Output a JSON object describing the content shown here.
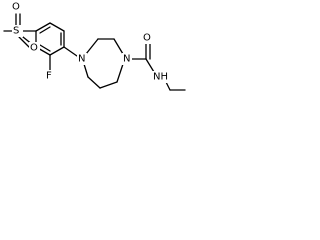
{
  "molecule": {
    "atoms": {
      "sulfur": "S",
      "sulfonyl_oxygen_upper": "O",
      "sulfonyl_oxygen_lower": "O",
      "fluorine": "F",
      "ring_nitrogen_left": "N",
      "ring_nitrogen_right": "N",
      "carbonyl_oxygen": "O",
      "amide_nh": "NH"
    }
  },
  "colors": {
    "bond": "#000000",
    "label": "#000000",
    "background": "#ffffff"
  }
}
